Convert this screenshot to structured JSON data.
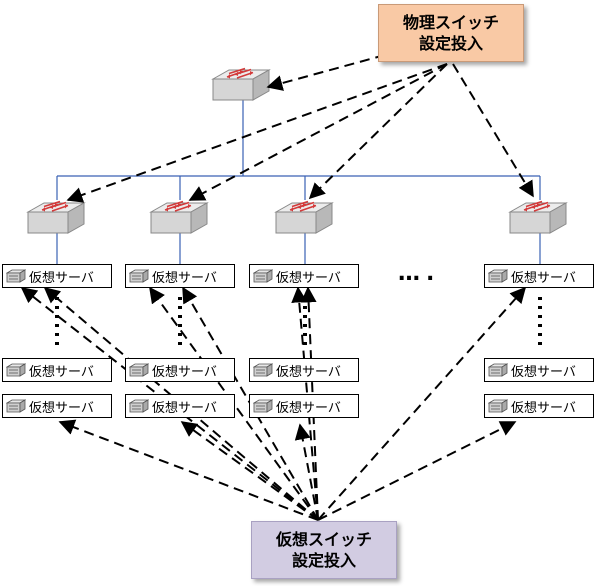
{
  "physical_label": {
    "line1": "物理スイッチ",
    "line2": "設定投入"
  },
  "virtual_label": {
    "line1": "仮想スイッチ",
    "line2": "設定投入"
  },
  "server_label": "仮想サーバ",
  "ellipsis": "….",
  "colors": {
    "physical_box": "#f9c9a5",
    "virtual_box": "#d2cce2",
    "link": "#3a62b4",
    "switch_arrow": "#d33a3a"
  },
  "icons": {
    "switch": "network-switch-icon",
    "server": "server-icon"
  }
}
